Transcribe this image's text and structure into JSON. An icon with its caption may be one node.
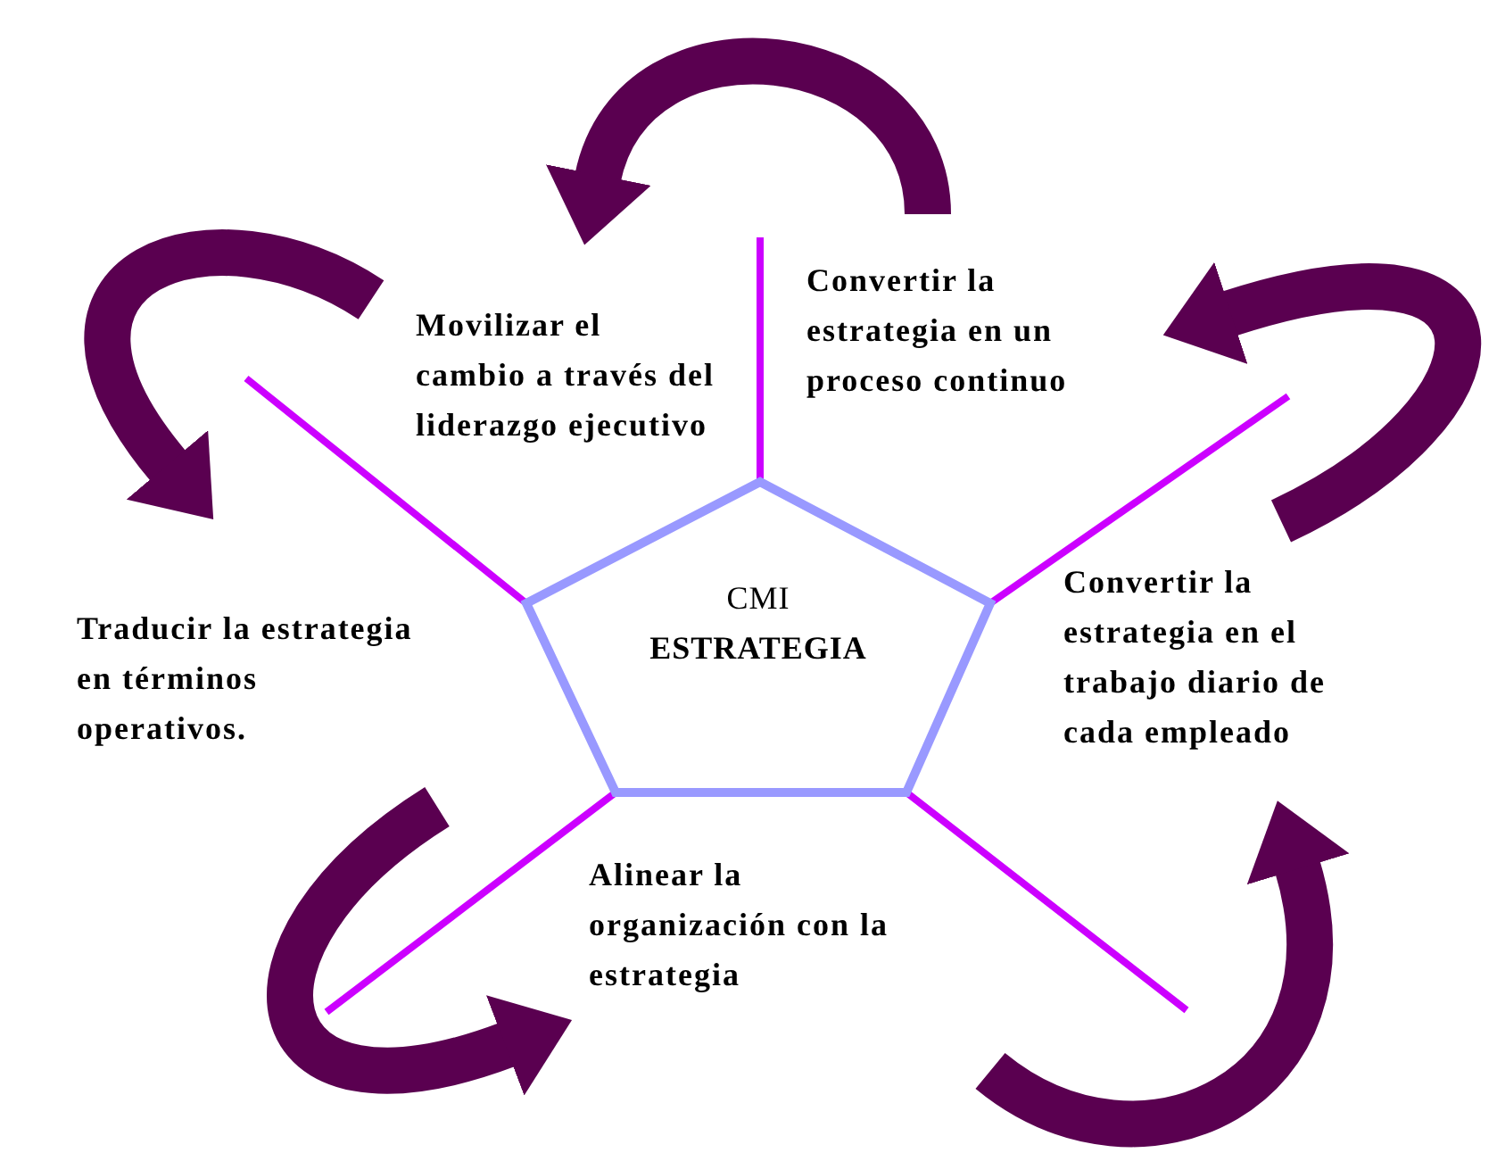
{
  "diagram": {
    "nodes": [
      {
        "text": [
          "Movilizar el cambio a través del liderazgo ejecutivo"
        ]
      },
      {
        "text": [
          "Convertir la estrategia en un proceso continuo"
        ]
      },
      {
        "text": [
          "CMI",
          "ESTRATEGIA"
        ]
      },
      {
        "text": [
          "Traducir la estrategia en términos operativos."
        ]
      },
      {
        "text": [
          "Convertir la estrategia en el trabajo diario de cada empleado"
        ]
      },
      {
        "text": [
          "Alinear la organización con la estrategia"
        ]
      }
    ],
    "edges": [
      {
        "from": 1,
        "to": 0,
        "arrow": "to"
      },
      {
        "from": 0,
        "to": 3,
        "arrow": "to"
      },
      {
        "from": 3,
        "to": 5,
        "arrow": "to"
      },
      {
        "from": 5,
        "to": 4,
        "arrow": "to"
      },
      {
        "from": 4,
        "to": 1,
        "arrow": "to"
      }
    ]
  }
}
